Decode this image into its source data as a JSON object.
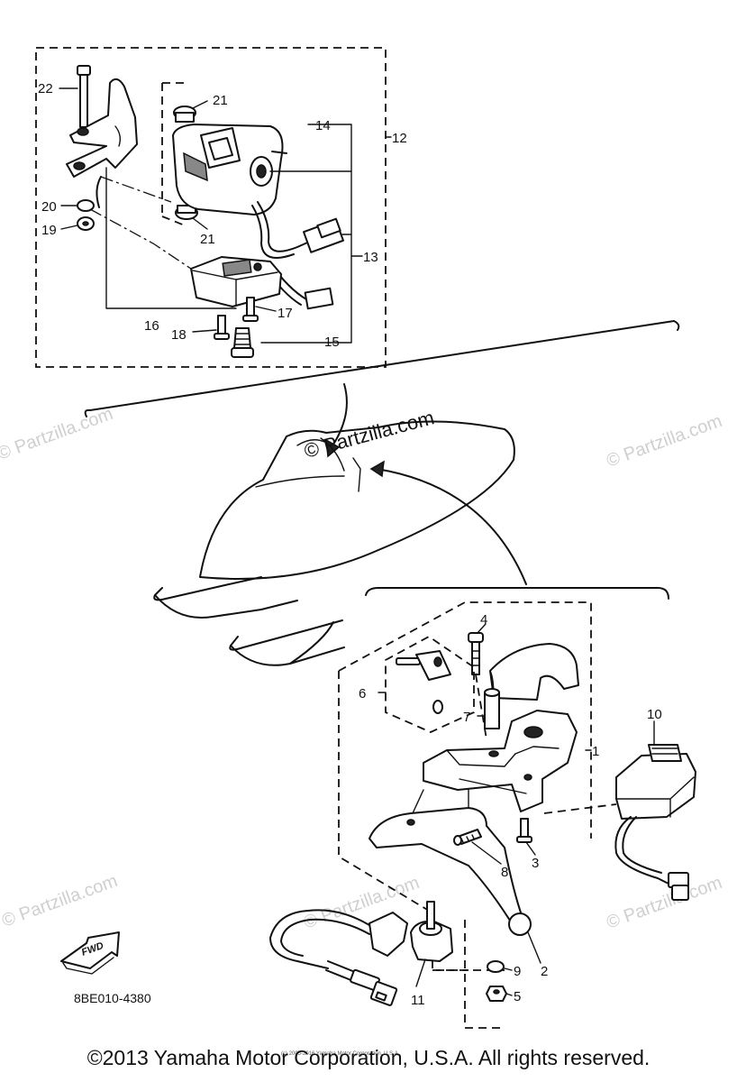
{
  "diagram": {
    "part_code": "8BE010-4380",
    "fwd_label": "FWD",
    "copyright": "©2013 Yamaha Motor Corporation, U.S.A. All rights reserved.",
    "small_print": "(c) 2005-2016 Yamaha Motor Corporation, U.S.A.",
    "watermark_main": "© Partzilla.com",
    "watermark_faint": "© Partzilla.com",
    "callouts": {
      "n1": "1",
      "n2": "2",
      "n3": "3",
      "n4": "4",
      "n5": "5",
      "n6": "6",
      "n7": "7",
      "n8": "8",
      "n9": "9",
      "n10": "10",
      "n11": "11",
      "n12": "12",
      "n13": "13",
      "n14": "14",
      "n15": "15",
      "n16": "16",
      "n17": "17",
      "n18": "18",
      "n19": "19",
      "n20": "20",
      "n21a": "21",
      "n21b": "21",
      "n22": "22"
    }
  }
}
